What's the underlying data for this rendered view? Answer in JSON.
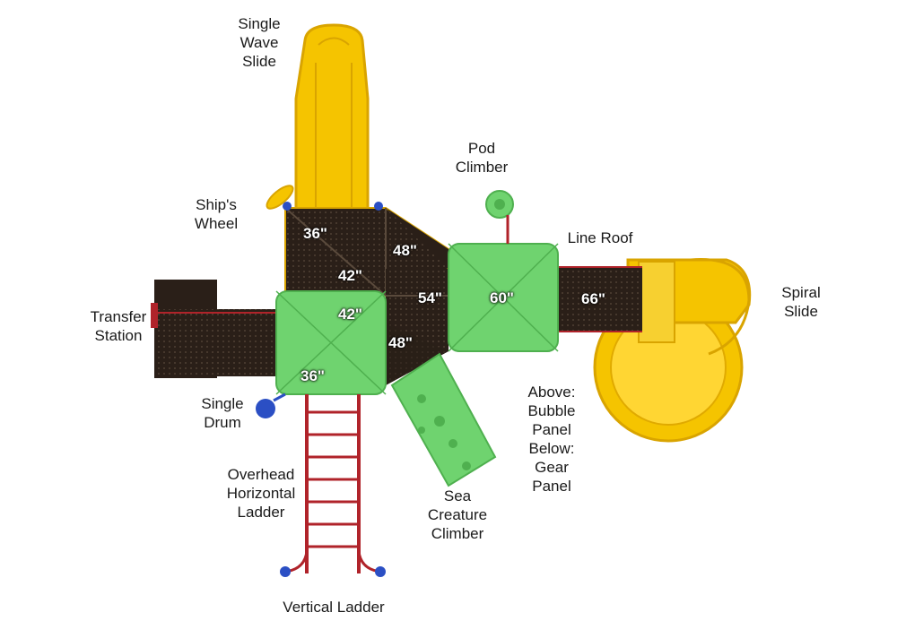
{
  "colors": {
    "deck": "#2a1f18",
    "roof_green": "#6fd36f",
    "roof_green_dark": "#4fb04f",
    "slide_yellow": "#f5c400",
    "slide_yellow_dark": "#d9a400",
    "frame_red": "#b0232a",
    "fastener_blue": "#2b4fc4"
  },
  "labels": {
    "single_wave_slide": "Single\nWave\nSlide",
    "pod_climber": "Pod\nClimber",
    "ships_wheel": "Ship's\nWheel",
    "line_roof": "Line Roof",
    "spiral_slide": "Spiral\nSlide",
    "transfer_station": "Transfer\nStation",
    "single_drum": "Single\nDrum",
    "above_below_panel": "Above:\nBubble\nPanel\nBelow:\nGear\nPanel",
    "overhead_horizontal_ladder": "Overhead\nHorizontal\nLadder",
    "sea_creature_climber": "Sea\nCreature\nClimber",
    "vertical_ladder": "Vertical Ladder"
  },
  "heights": {
    "deck_top_left": "36\"",
    "deck_upper_center": "48\"",
    "deck_center_left": "42\"",
    "roof_upper": "42\"",
    "deck_center": "54\"",
    "roof_center": "60\"",
    "bridge_right": "66\"",
    "deck_lower_center": "48\"",
    "roof_lower": "36\""
  }
}
